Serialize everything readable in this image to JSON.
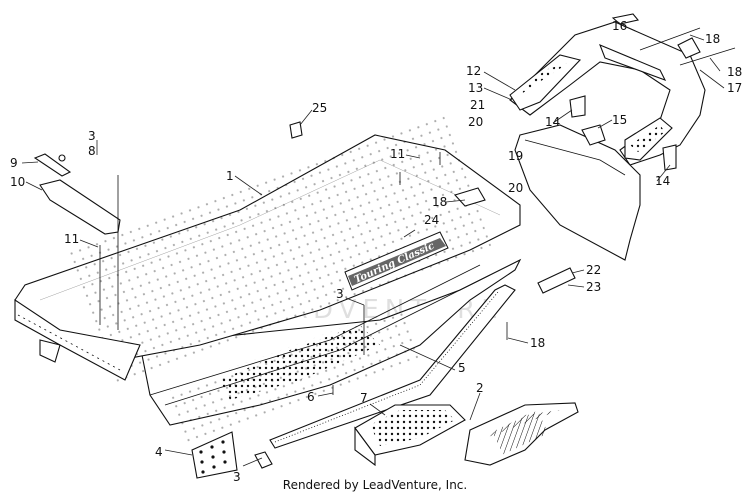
{
  "decal_text": "Touring Classic",
  "watermark": "LEADVENTURE",
  "footer": "Rendered by LeadVenture, Inc.",
  "callouts": [
    "1",
    "2",
    "3",
    "3",
    "3",
    "4",
    "5",
    "6",
    "7",
    "8",
    "9",
    "10",
    "11",
    "11",
    "12",
    "13",
    "14",
    "14",
    "15",
    "16",
    "17",
    "18",
    "18",
    "18",
    "18",
    "19",
    "20",
    "20",
    "21",
    "22",
    "23",
    "24",
    "25"
  ]
}
